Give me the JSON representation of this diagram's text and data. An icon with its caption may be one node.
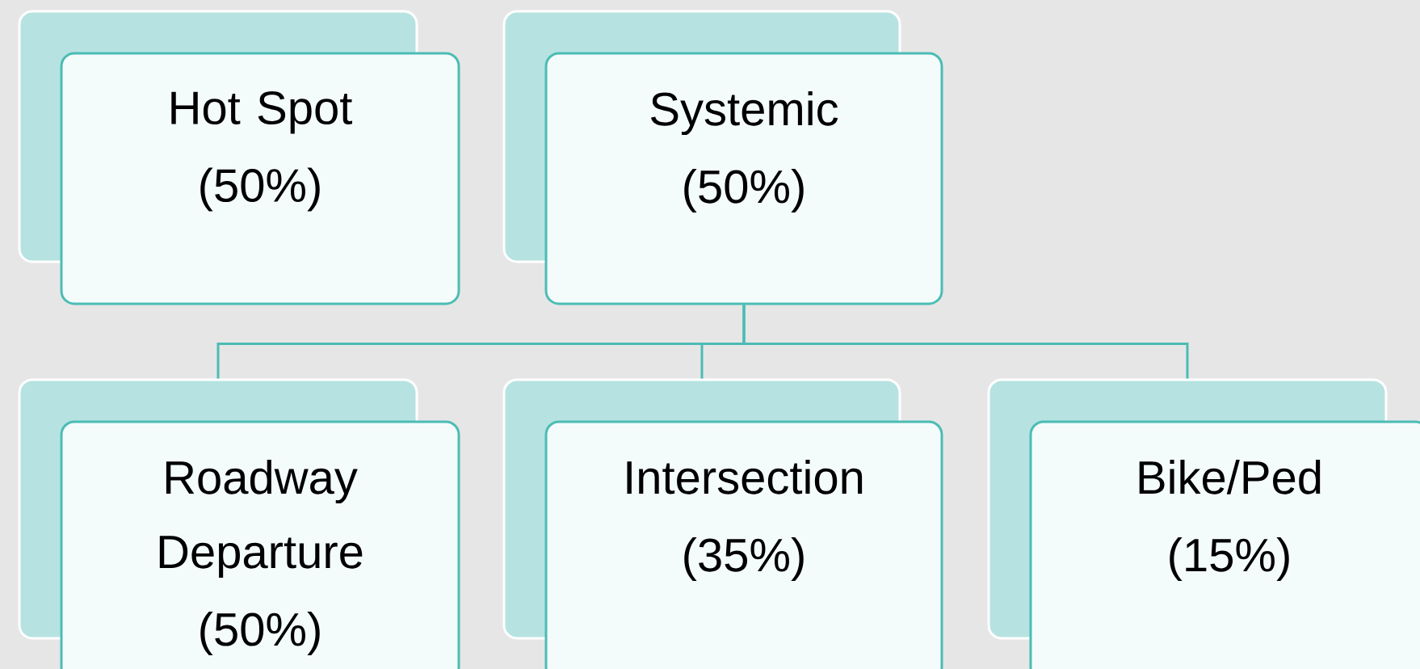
{
  "diagram": {
    "nodes": [
      {
        "text": [
          "Hot Spot",
          "(50%)"
        ]
      },
      {
        "text": [
          "Systemic",
          "(50%)"
        ]
      },
      {
        "text": [
          "Roadway Departure",
          "(50%)"
        ]
      },
      {
        "text": [
          "Intersection",
          "(35%)"
        ]
      },
      {
        "text": [
          "Bike/Ped",
          "(15%)"
        ]
      }
    ],
    "edges": [
      {
        "from": 1,
        "to": 2,
        "arrow": "none"
      },
      {
        "from": 1,
        "to": 3,
        "arrow": "none"
      },
      {
        "from": 1,
        "to": 4,
        "arrow": "none"
      }
    ]
  }
}
